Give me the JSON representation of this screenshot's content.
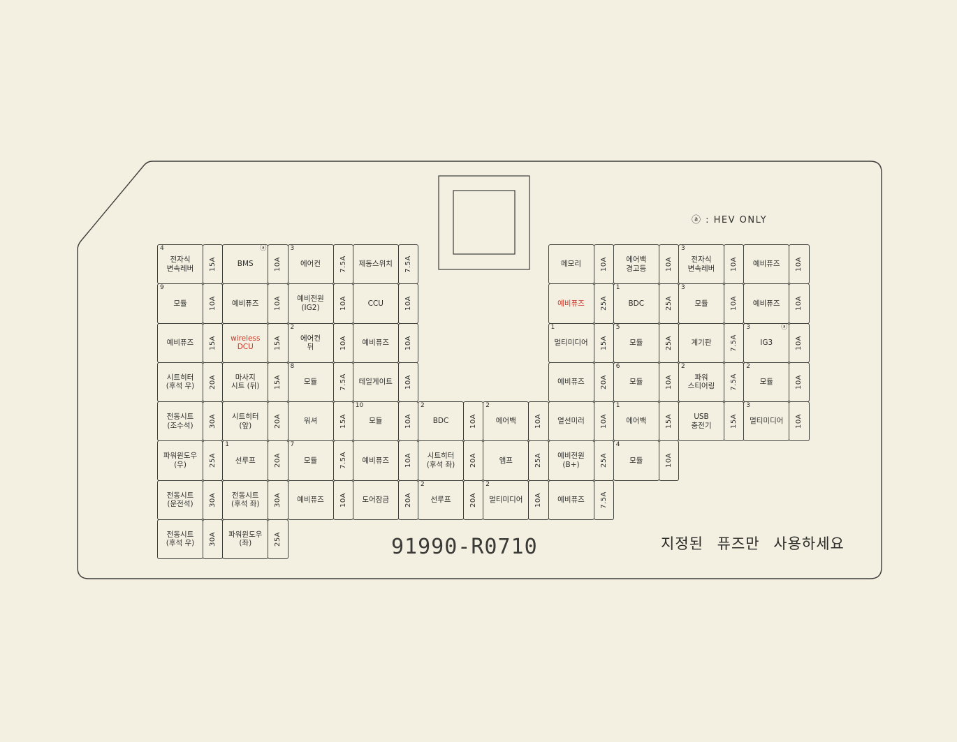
{
  "colors": {
    "background": "#f3f0e2",
    "line": "#3c3c38",
    "text": "#2e2e2c",
    "red_accent": "#cc3526"
  },
  "notes": {
    "hev_note": "ⓐ : HEV ONLY",
    "hev_marker": "ⓐ"
  },
  "footer": {
    "part_number": "91990-R0710",
    "warning": "지정된 퓨즈만 사용하세요"
  },
  "grid": {
    "cells": [
      {
        "r": 0,
        "c": 0,
        "sup": "4",
        "label": "전자식\n변속레버",
        "amp": "15A"
      },
      {
        "r": 0,
        "c": 1,
        "label": "BMS",
        "hev": true,
        "amp": "10A"
      },
      {
        "r": 0,
        "c": 2,
        "sup": "3",
        "label": "에어컨",
        "amp": "7.5A"
      },
      {
        "r": 0,
        "c": 3,
        "label": "제동스위치",
        "amp": "7.5A"
      },
      {
        "r": 0,
        "c": 6,
        "label": "메모리",
        "amp": "10A"
      },
      {
        "r": 0,
        "c": 7,
        "label": "에어백\n경고등",
        "amp": "10A"
      },
      {
        "r": 0,
        "c": 8,
        "sup": "3",
        "label": "전자식\n변속레버",
        "amp": "10A"
      },
      {
        "r": 0,
        "c": 9,
        "label": "예비퓨즈",
        "amp": "10A"
      },
      {
        "r": 1,
        "c": 0,
        "sup": "9",
        "label": "모듈",
        "amp": "10A"
      },
      {
        "r": 1,
        "c": 1,
        "label": "예비퓨즈",
        "amp": "10A"
      },
      {
        "r": 1,
        "c": 2,
        "label": "예비전원\n(IG2)",
        "amp": "10A"
      },
      {
        "r": 1,
        "c": 3,
        "label": "CCU",
        "amp": "10A"
      },
      {
        "r": 1,
        "c": 6,
        "label": "예비퓨즈",
        "red": true,
        "amp": "25A"
      },
      {
        "r": 1,
        "c": 7,
        "sup": "1",
        "label": "BDC",
        "amp": "25A"
      },
      {
        "r": 1,
        "c": 8,
        "sup": "3",
        "label": "모듈",
        "amp": "10A"
      },
      {
        "r": 1,
        "c": 9,
        "label": "예비퓨즈",
        "amp": "10A"
      },
      {
        "r": 2,
        "c": 0,
        "label": "예비퓨즈",
        "amp": "15A"
      },
      {
        "r": 2,
        "c": 1,
        "label": "wireless\nDCU",
        "red": true,
        "amp": "15A"
      },
      {
        "r": 2,
        "c": 2,
        "sup": "2",
        "label": "에어컨\n뒤",
        "amp": "10A"
      },
      {
        "r": 2,
        "c": 3,
        "label": "예비퓨즈",
        "amp": "10A"
      },
      {
        "r": 2,
        "c": 6,
        "sup": "1",
        "label": "멀티미디어",
        "amp": "15A"
      },
      {
        "r": 2,
        "c": 7,
        "sup": "5",
        "label": "모듈",
        "amp": "25A"
      },
      {
        "r": 2,
        "c": 8,
        "label": "계기판",
        "amp": "7.5A"
      },
      {
        "r": 2,
        "c": 9,
        "sup": "3",
        "label": "IG3",
        "hev": true,
        "amp": "10A"
      },
      {
        "r": 3,
        "c": 0,
        "label": "시트히터\n(후석 우)",
        "amp": "20A"
      },
      {
        "r": 3,
        "c": 1,
        "label": "마사지\n시트 (뒤)",
        "amp": "15A"
      },
      {
        "r": 3,
        "c": 2,
        "sup": "8",
        "label": "모듈",
        "amp": "7.5A"
      },
      {
        "r": 3,
        "c": 3,
        "label": "테일게이트",
        "amp": "10A"
      },
      {
        "r": 3,
        "c": 6,
        "label": "예비퓨즈",
        "amp": "20A"
      },
      {
        "r": 3,
        "c": 7,
        "sup": "6",
        "label": "모듈",
        "amp": "10A"
      },
      {
        "r": 3,
        "c": 8,
        "sup": "2",
        "label": "파워\n스티어링",
        "amp": "7.5A"
      },
      {
        "r": 3,
        "c": 9,
        "sup": "2",
        "label": "모듈",
        "amp": "10A"
      },
      {
        "r": 4,
        "c": 0,
        "label": "전동시트\n(조수석)",
        "amp": "30A"
      },
      {
        "r": 4,
        "c": 1,
        "label": "시트히터\n(앞)",
        "amp": "20A"
      },
      {
        "r": 4,
        "c": 2,
        "label": "워셔",
        "amp": "15A"
      },
      {
        "r": 4,
        "c": 3,
        "sup": "10",
        "label": "모듈",
        "amp": "10A"
      },
      {
        "r": 4,
        "c": 4,
        "sup": "2",
        "label": "BDC",
        "amp": "10A"
      },
      {
        "r": 4,
        "c": 5,
        "sup": "2",
        "label": "에어백",
        "amp": "10A"
      },
      {
        "r": 4,
        "c": 6,
        "label": "열선미러",
        "amp": "10A"
      },
      {
        "r": 4,
        "c": 7,
        "sup": "1",
        "label": "에어백",
        "amp": "15A"
      },
      {
        "r": 4,
        "c": 8,
        "label": "USB\n충전기",
        "amp": "15A"
      },
      {
        "r": 4,
        "c": 9,
        "sup": "3",
        "label": "멀티미디어",
        "amp": "10A"
      },
      {
        "r": 5,
        "c": 0,
        "label": "파워윈도우\n(우)",
        "amp": "25A"
      },
      {
        "r": 5,
        "c": 1,
        "sup": "1",
        "label": "선루프",
        "amp": "20A"
      },
      {
        "r": 5,
        "c": 2,
        "sup": "7",
        "label": "모듈",
        "amp": "7.5A"
      },
      {
        "r": 5,
        "c": 3,
        "label": "예비퓨즈",
        "amp": "10A"
      },
      {
        "r": 5,
        "c": 4,
        "label": "시트히터\n(후석 좌)",
        "amp": "20A"
      },
      {
        "r": 5,
        "c": 5,
        "label": "앰프",
        "amp": "25A"
      },
      {
        "r": 5,
        "c": 6,
        "label": "예비전원\n(B+)",
        "amp": "25A"
      },
      {
        "r": 5,
        "c": 7,
        "sup": "4",
        "label": "모듈",
        "amp": "10A"
      },
      {
        "r": 6,
        "c": 0,
        "label": "전동시트\n(운전석)",
        "amp": "30A"
      },
      {
        "r": 6,
        "c": 1,
        "label": "전동시트\n(후석 좌)",
        "amp": "30A"
      },
      {
        "r": 6,
        "c": 2,
        "label": "예비퓨즈",
        "amp": "10A"
      },
      {
        "r": 6,
        "c": 3,
        "label": "도어잠금",
        "amp": "20A"
      },
      {
        "r": 6,
        "c": 4,
        "sup": "2",
        "label": "선루프",
        "amp": "20A"
      },
      {
        "r": 6,
        "c": 5,
        "sup": "2",
        "label": "멀티미디어",
        "amp": "10A"
      },
      {
        "r": 6,
        "c": 6,
        "label": "예비퓨즈",
        "amp": "7.5A"
      },
      {
        "r": 7,
        "c": 0,
        "label": "전동시트\n(후석 우)",
        "amp": "30A"
      },
      {
        "r": 7,
        "c": 1,
        "label": "파워윈도우\n(좌)",
        "amp": "25A"
      }
    ]
  }
}
